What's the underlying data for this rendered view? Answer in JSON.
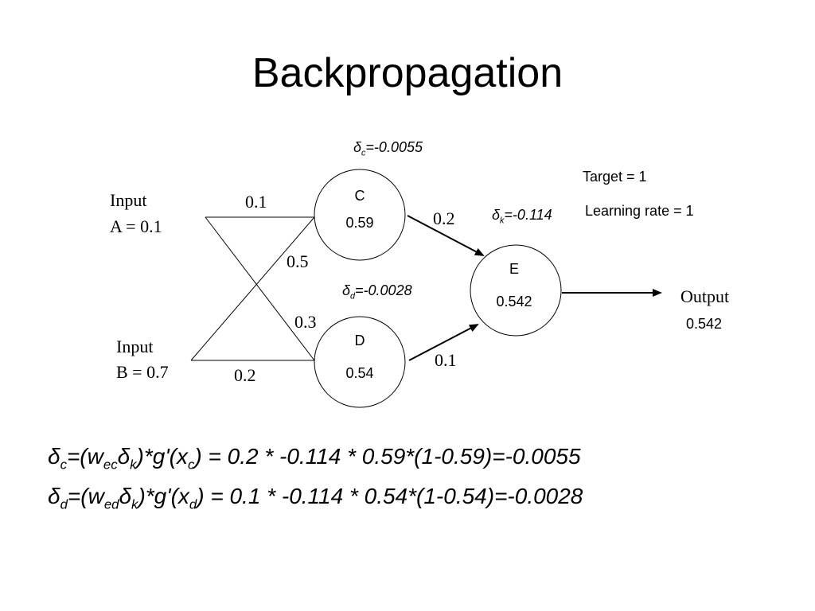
{
  "title": "Backpropagation",
  "inputs": {
    "a_word": "Input",
    "a_value": "A = 0.1",
    "b_word": "Input",
    "b_value": "B = 0.7"
  },
  "weights": {
    "a_c": "0.1",
    "b_c": "0.5",
    "a_d": "0.3",
    "b_d": "0.2",
    "c_e": "0.2",
    "d_e": "0.1"
  },
  "nodes": {
    "c": {
      "name": "C",
      "value": "0.59"
    },
    "d": {
      "name": "D",
      "value": "0.54"
    },
    "e": {
      "name": "E",
      "value": "0.542"
    }
  },
  "deltas": {
    "c": {
      "sym": "δ",
      "sub": "c",
      "rest": "=-0.0055"
    },
    "d": {
      "sym": "δ",
      "sub": "d",
      "rest": "=-0.0028"
    },
    "k": {
      "sym": "δ",
      "sub": "k",
      "rest": "=-0.114"
    }
  },
  "info": {
    "target": "Target = 1",
    "learning_rate": "Learning rate = 1"
  },
  "output": {
    "label": "Output",
    "value": "0.542"
  },
  "equations": {
    "line1": {
      "p1": "δ",
      "s1": "c",
      "p2": "=(w",
      "s2": "ec",
      "p3": "δ",
      "s3": "k",
      "p4": ")*g'(x",
      "s4": "c",
      "p5": ") = 0.2 * -0.114 * 0.59*(1-0.59)=-0.0055"
    },
    "line2": {
      "p1": "δ",
      "s1": "d",
      "p2": "=(w",
      "s2": "ed",
      "p3": "δ",
      "s3": "k",
      "p4": ")*g'(x",
      "s4": "d",
      "p5": ") = 0.1 * -0.114 * 0.54*(1-0.54)=-0.0028"
    }
  }
}
